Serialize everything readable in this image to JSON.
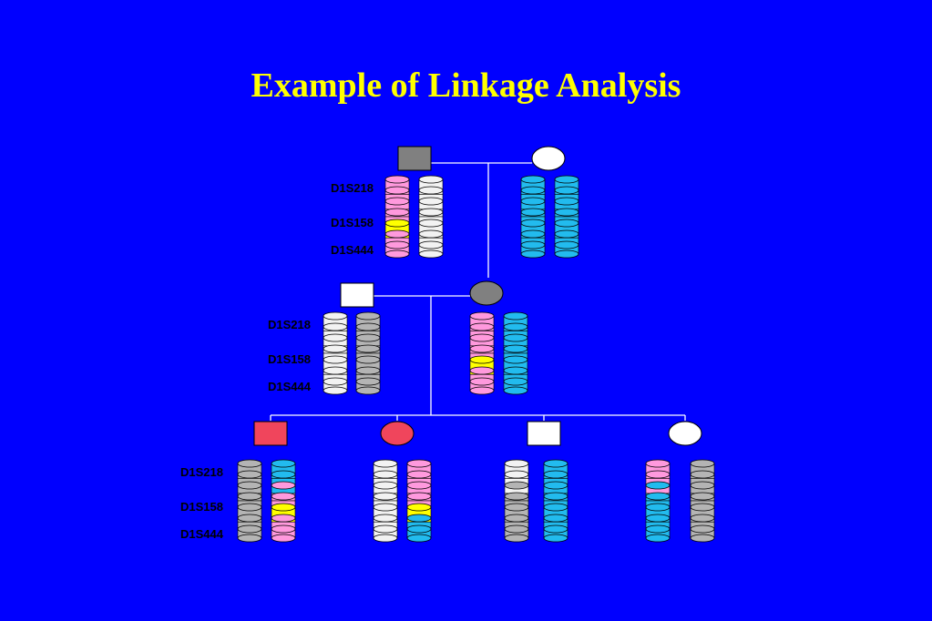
{
  "title": "Example of Linkage Analysis",
  "marker_labels": [
    "D1S218",
    "D1S158",
    "D1S444"
  ],
  "colors": {
    "background": "#0000FF",
    "title": "#FFFF00",
    "affected_male": "#808080",
    "affected_female": "#808080",
    "affected_child": "#F0455C",
    "unaffected": "#FFFFFF",
    "allele_pink": "#FF99DD",
    "allele_yellow": "#FFFF00",
    "allele_cyan": "#22BBEE",
    "allele_white": "#F2F2F2",
    "allele_gray": "#B4B4B4",
    "lines": "#FFFFFF"
  },
  "generations": [
    {
      "name": "grandparents",
      "individuals": [
        {
          "id": "grandfather",
          "sex": "male",
          "status": "affected",
          "haplotypes": [
            [
              "pink",
              "pink",
              "pink",
              "pink",
              "yellow",
              "pink"
            ],
            [
              "white",
              "white",
              "white",
              "white",
              "white",
              "white"
            ]
          ]
        },
        {
          "id": "grandmother",
          "sex": "female",
          "status": "unaffected",
          "haplotypes": [
            [
              "cyan",
              "cyan",
              "cyan",
              "cyan",
              "cyan",
              "cyan"
            ],
            [
              "cyan",
              "cyan",
              "cyan",
              "cyan",
              "cyan",
              "cyan"
            ]
          ]
        }
      ]
    },
    {
      "name": "parents",
      "individuals": [
        {
          "id": "father",
          "sex": "male",
          "status": "unaffected",
          "haplotypes": [
            [
              "white",
              "white",
              "white",
              "white",
              "white",
              "white"
            ],
            [
              "gray",
              "gray",
              "gray",
              "gray",
              "gray",
              "gray"
            ]
          ]
        },
        {
          "id": "mother",
          "sex": "female",
          "status": "affected",
          "haplotypes": [
            [
              "pink",
              "pink",
              "pink",
              "pink",
              "yellow",
              "pink"
            ],
            [
              "cyan",
              "cyan",
              "cyan",
              "cyan",
              "cyan",
              "cyan"
            ]
          ]
        }
      ]
    },
    {
      "name": "children",
      "individuals": [
        {
          "id": "child-1",
          "sex": "male",
          "status": "affected",
          "haplotypes": [
            [
              "gray",
              "gray",
              "gray",
              "gray",
              "gray",
              "gray"
            ],
            [
              "cyan",
              "cyan",
              "pink",
              "pink",
              "yellow",
              "pink"
            ]
          ]
        },
        {
          "id": "child-2",
          "sex": "female",
          "status": "affected",
          "haplotypes": [
            [
              "white",
              "white",
              "white",
              "white",
              "white",
              "white"
            ],
            [
              "pink",
              "pink",
              "pink",
              "pink",
              "yellow",
              "cyan"
            ]
          ]
        },
        {
          "id": "child-3",
          "sex": "male",
          "status": "unaffected",
          "haplotypes": [
            [
              "white",
              "white",
              "gray",
              "gray",
              "gray",
              "gray"
            ],
            [
              "cyan",
              "cyan",
              "cyan",
              "cyan",
              "cyan",
              "cyan"
            ]
          ]
        },
        {
          "id": "child-4",
          "sex": "female",
          "status": "unaffected",
          "haplotypes": [
            [
              "pink",
              "pink",
              "cyan",
              "cyan",
              "cyan",
              "cyan"
            ],
            [
              "gray",
              "gray",
              "gray",
              "gray",
              "gray",
              "gray"
            ]
          ]
        }
      ]
    }
  ]
}
